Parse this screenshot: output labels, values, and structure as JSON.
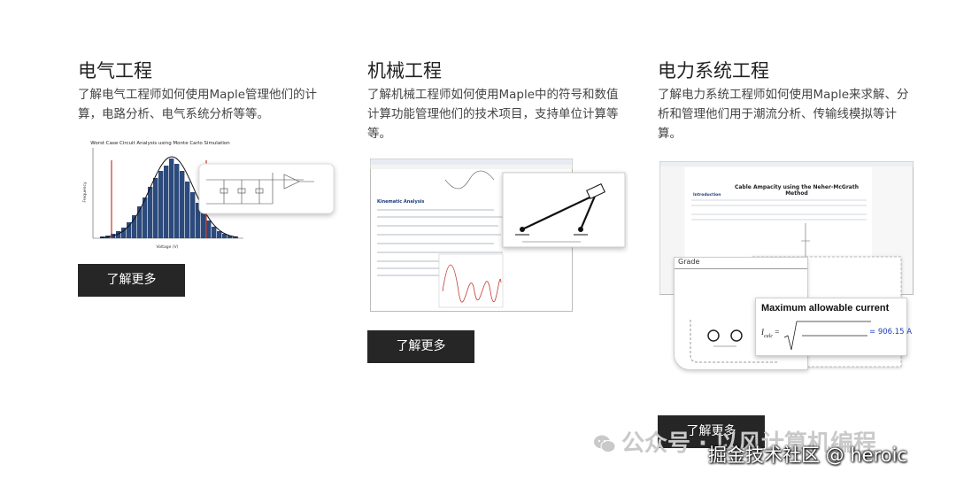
{
  "cards": [
    {
      "title": "电气工程",
      "desc": "了解电气工程师如何使用Maple管理他们的计算，电路分析、电气系统分析等等。",
      "button": "了解更多",
      "image": {
        "chart_title": "Worst Case Circuit Analysis using Monte Carlo Simulation",
        "xlabel": "Voltage (V)",
        "ylabel": "Frequency"
      }
    },
    {
      "title": "机械工程",
      "desc": "了解机械工程师如何使用Maple中的符号和数值计算功能管理他们的技术项目，支持单位计算等等。",
      "button": "了解更多",
      "image": {
        "section_heading": "Kinematic Analysis"
      }
    },
    {
      "title": "电力系统工程",
      "desc": "了解电力系统工程师如何使用Maple来求解、分析和管理他们用于潮流分析、传输线模拟等计算。",
      "button": "了解更多",
      "image": {
        "doc_title": "Cable Ampacity using the Neher-McGrath Method",
        "section": "Introduction",
        "grade_label": "Grade",
        "callout_title": "Maximum allowable current",
        "callout_lhs": "I",
        "callout_lhs_sub": "calc",
        "callout_result": "= 906.15 A"
      }
    }
  ],
  "watermark": {
    "top": "公众号 · 以风计算机编程",
    "bottom": "掘金技术社区 @ heroic"
  },
  "colors": {
    "button_bg": "#262626",
    "histogram_bar": "#2c4a7c",
    "limit_line": "#c0392b",
    "result_text": "#1f3fc2"
  }
}
